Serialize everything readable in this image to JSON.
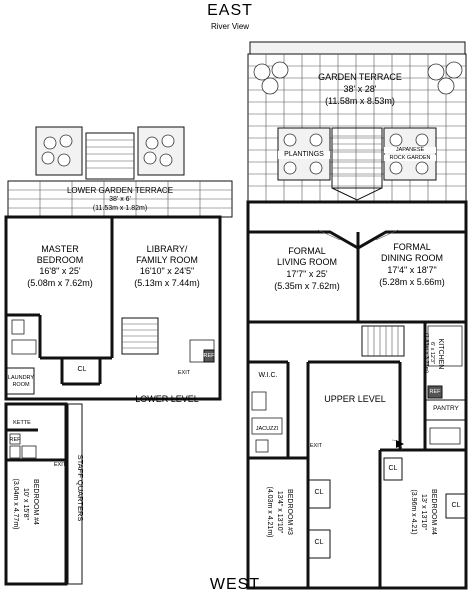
{
  "header": {
    "title": "EAST",
    "subtitle": "River View"
  },
  "footer": {
    "title": "WEST"
  },
  "lower_level": {
    "label": "LOWER LEVEL",
    "terrace": {
      "name": "LOWER GARDEN TERRACE",
      "dims": "38' x 6'",
      "metric": "(11.53m x 1.82m)"
    },
    "master_bedroom": {
      "name_line1": "MASTER",
      "name_line2": "BEDROOM",
      "dims": "16'8\" x 25'",
      "metric": "(5.08m x 7.62m)"
    },
    "library": {
      "name_line1": "LIBRARY/",
      "name_line2": "FAMILY ROOM",
      "dims": "16'10\" x 24'5\"",
      "metric": "(5.13m x 7.44m)"
    },
    "laundry": {
      "line1": "LAUNDRY",
      "line2": "ROOM"
    },
    "closet": "CL",
    "exit": "EXIT",
    "ref": "REF",
    "kitchenette": "KETTE",
    "staff_exit": "EXIT",
    "staff_quarters": "STAFF QUARTERS",
    "bedroom4": {
      "name": "BEDROOM #4",
      "dims": "10' x 15'8\"",
      "metric": "(3.04m x 4.77m)"
    }
  },
  "upper_level": {
    "label": "UPPER LEVEL",
    "garden_terrace": {
      "name": "GARDEN TERRACE",
      "dims": "38' x 28'",
      "metric": "(11.58m x 8.53m)"
    },
    "plantings": "PLANTINGS",
    "japanese_garden": {
      "line1": "JAPANESE",
      "line2": "ROCK GARDEN"
    },
    "living_room": {
      "name_line1": "FORMAL",
      "name_line2": "LIVING ROOM",
      "dims": "17'7\" x 25'",
      "metric": "(5.35m x 7.62m)"
    },
    "dining_room": {
      "name_line1": "FORMAL",
      "name_line2": "DINING ROOM",
      "dims": "17'4\" x 18'7\"",
      "metric": "(5.28m x 5.66m)"
    },
    "kitchen": {
      "name": "KITCHEN",
      "dims": "6' x 12'3\"",
      "metric": "(1.83m x 3.73m)"
    },
    "ref": "REF",
    "wic": "W.I.C.",
    "jacuzzi": "JACUZZI",
    "pantry": "PANTRY",
    "exit": "EXIT",
    "closets": [
      "CL",
      "CL",
      "CL",
      "CL"
    ],
    "bedroom3": {
      "name": "BEDROOM #3",
      "dims": "13'4\" x 13'10\"",
      "metric": "(4.03m x 4.21m)"
    },
    "bedroom4": {
      "name": "BEDROOM #4",
      "dims": "13' x 13'10\"",
      "metric": "(3.96m x 4.21)"
    }
  }
}
